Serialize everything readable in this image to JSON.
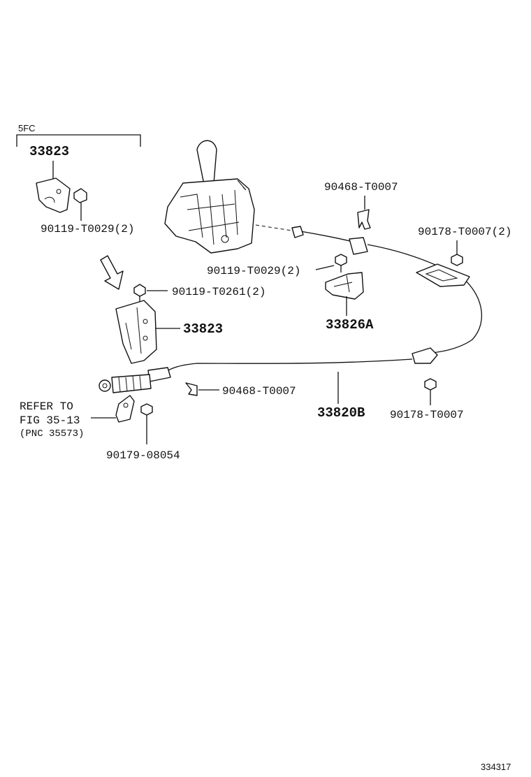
{
  "group_code": "5FC",
  "labels": {
    "p33823_top": "33823",
    "p90119_T0029_a": "90119-T0029(2)",
    "p90119_T0261": "90119-T0261(2)",
    "p33823_mid": "33823",
    "p90468_T0007_top": "90468-T0007",
    "p90178_T0007_2": "90178-T0007(2)",
    "p90119_T0029_b": "90119-T0029(2)",
    "p33826A": "33826A",
    "p90468_T0007_low": "90468-T0007",
    "p33820B": "33820B",
    "p90178_T0007": "90178-T0007",
    "p90179_08054": "90179-08054"
  },
  "refer": {
    "line1": "REFER TO",
    "line2": "FIG 35-13",
    "line3": "(PNC 35573)"
  },
  "figure_id": "334317"
}
